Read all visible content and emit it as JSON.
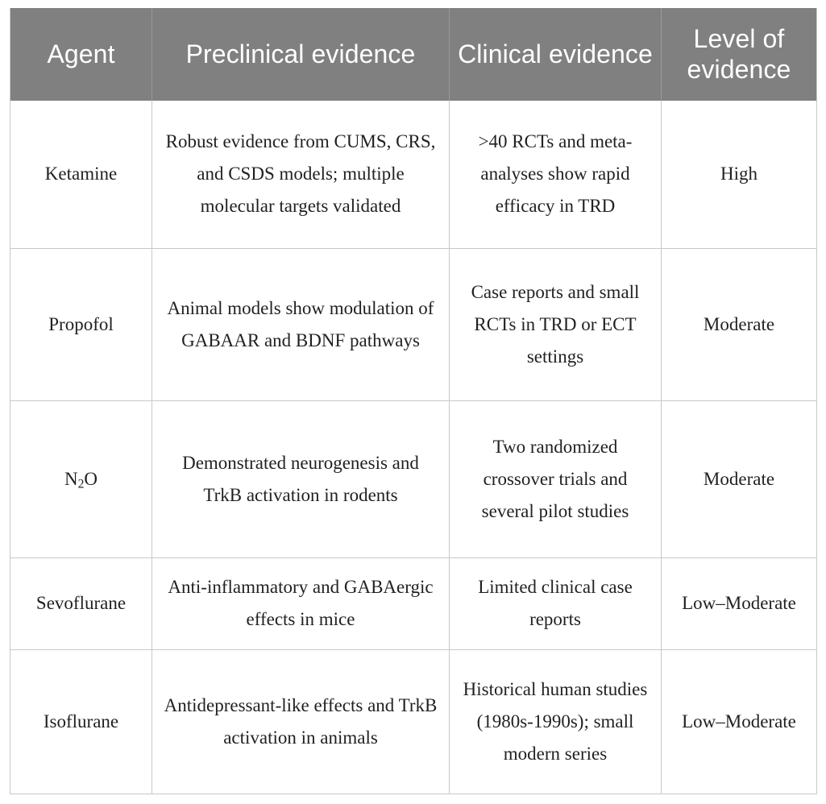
{
  "table": {
    "columns": [
      {
        "key": "agent",
        "label": "Agent"
      },
      {
        "key": "preclin",
        "label": "Preclinical evidence"
      },
      {
        "key": "clinical",
        "label": "Clinical evidence"
      },
      {
        "key": "level",
        "label": "Level of evidence"
      }
    ],
    "header_bg": "#808080",
    "header_color": "#ffffff",
    "border_color": "#c8c8c8",
    "body_color": "#231f20",
    "rows": [
      {
        "agent": "Ketamine",
        "agent_sub": null,
        "preclin": "Robust evidence from CUMS, CRS, and CSDS models; multiple molecular targets validated",
        "clinical": ">40 RCTs and meta-analyses show rapid efficacy in TRD",
        "level": "High"
      },
      {
        "agent": "Propofol",
        "agent_sub": null,
        "preclin": "Animal models show modulation of GABAAR and BDNF pathways",
        "clinical": "Case reports and small RCTs in TRD or ECT settings",
        "level": "Moderate"
      },
      {
        "agent": "N",
        "agent_sub": "2",
        "agent_tail": "O",
        "preclin": "Demonstrated neurogenesis and TrkB activation in rodents",
        "clinical": "Two randomized crossover trials and several pilot studies",
        "level": "Moderate"
      },
      {
        "agent": "Sevoflurane",
        "agent_sub": null,
        "preclin": "Anti-inflammatory and GABAergic effects in mice",
        "clinical": "Limited clinical case reports",
        "level": "Low–Moderate"
      },
      {
        "agent": "Isoflurane",
        "agent_sub": null,
        "preclin": "Antidepressant-like effects and TrkB activation in animals",
        "clinical": "Historical human studies (1980s-1990s); small modern series",
        "level": "Low–Moderate"
      }
    ]
  }
}
